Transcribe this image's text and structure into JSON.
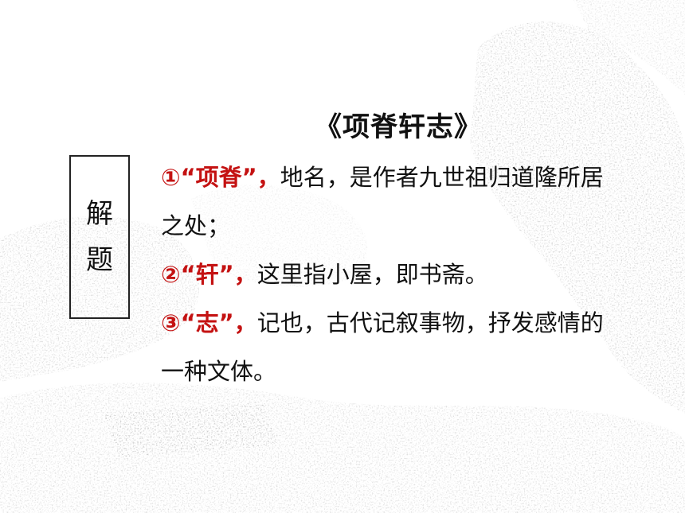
{
  "title": "《项脊轩志》",
  "label": {
    "line1": "解",
    "line2": "题"
  },
  "items": [
    {
      "marker": "①",
      "term": "“项脊”",
      "sep": "，",
      "text": "地名，是作者九世祖归道隆所居之处；"
    },
    {
      "marker": "②",
      "term": "“轩”",
      "sep": "，",
      "text": "这里指小屋，即书斋。"
    },
    {
      "marker": "③",
      "term": "“志”",
      "sep": "，",
      "text": "记也，古代记叙事物，抒发感情的一种文体。"
    }
  ],
  "colors": {
    "accent": "#c41212",
    "text": "#111111"
  },
  "background": "ink-wash-landscape"
}
